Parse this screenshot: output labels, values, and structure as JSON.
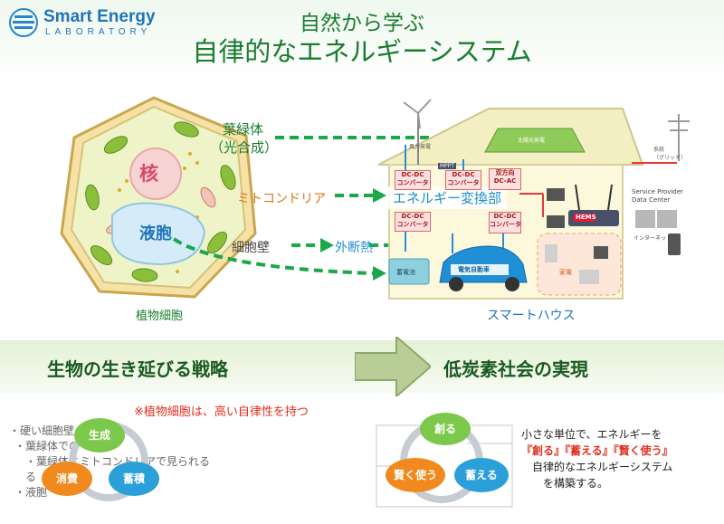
{
  "logo": {
    "line1": "Smart Energy",
    "line2": "LABORATORY"
  },
  "title": {
    "sub": "自然から学ぶ",
    "main": "自律的なエネルギーシステム"
  },
  "cell": {
    "nucleus": "核",
    "vacuole": "液胞",
    "caption": "植物細胞"
  },
  "labels": {
    "chloroplast": "葉緑体",
    "chloroplast_paren": "（光合成）",
    "mitochondria": "ミトコンドリア",
    "conversion": "エネルギー変換部",
    "cell_wall": "細胞壁",
    "insulation": "外断熱",
    "house_caption": "スマートハウス"
  },
  "house": {
    "wind": "風力発電",
    "solar": "太陽光発電",
    "grid": "系統\n（グリッド）",
    "dc1": "DC-DC\nコンバータ",
    "dc2": "DC-DC\nコンバータ",
    "dc3": "双方向\nDC-AC",
    "dc4": "DC-DC\nコンバータ",
    "dc5": "DC-DC\nコンバータ",
    "mppt": "MPPT",
    "battery": "蓄電池",
    "ev": "電気自動車",
    "hems": "HEMS",
    "service_provider": "Service Provider\nData Center",
    "appliance": "家電",
    "internet": "インターネット"
  },
  "strategy": {
    "left": "生物の生き延びる戦略",
    "right": "低炭素社会の実現"
  },
  "note": "※植物細胞は、高い自律性を持つ",
  "cycle_left": [
    "生成",
    "消費",
    "蓄積"
  ],
  "cycle_right": [
    "創る",
    "賢く使う",
    "蓄える"
  ],
  "bullets": [
    "・硬い細胞壁",
    "・葉緑体での",
    "・葉緑体とミトコンドリアで見られる",
    "・液胞",
    "る"
  ],
  "bottom_desc": {
    "line1": "小さな単位で、エネルギーを",
    "line2": "『創る』『蓄える』『賢く使う』",
    "line3": "自律的なエネルギーシステム",
    "line4": "を構築する。"
  },
  "colors": {
    "green": "#1a7c2e",
    "dashed_arrow": "#1aa84a",
    "blue": "#1f74b9",
    "red": "#e0301e"
  }
}
